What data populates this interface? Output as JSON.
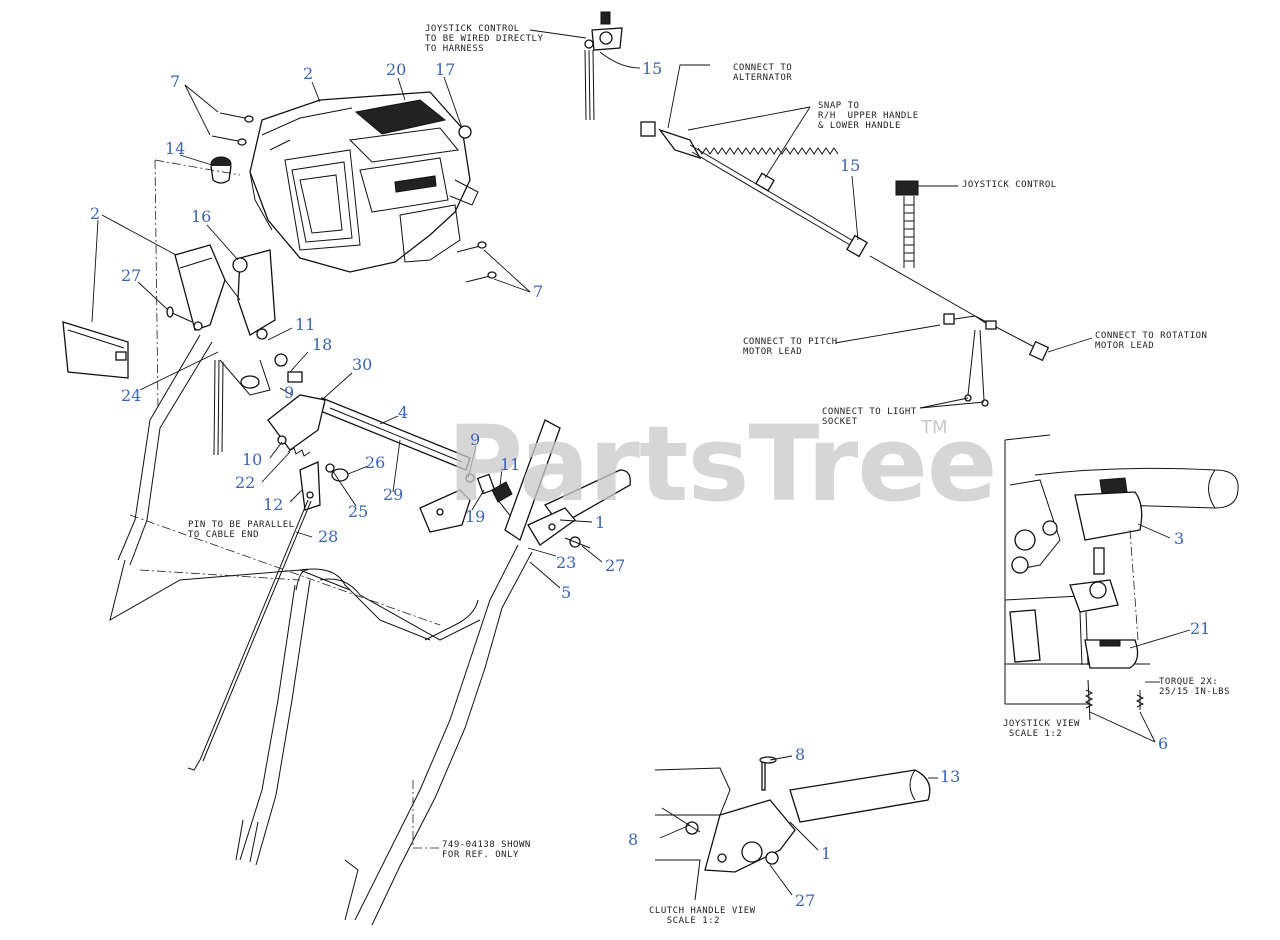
{
  "watermark": {
    "brand": "PartsTree",
    "trademark": "TM"
  },
  "callouts": [
    {
      "id": "c-2a",
      "label": "2"
    },
    {
      "id": "c-20",
      "label": "20"
    },
    {
      "id": "c-17",
      "label": "17"
    },
    {
      "id": "c-7a",
      "label": "7"
    },
    {
      "id": "c-14",
      "label": "14"
    },
    {
      "id": "c-2b",
      "label": "2"
    },
    {
      "id": "c-16",
      "label": "16"
    },
    {
      "id": "c-7b",
      "label": "7"
    },
    {
      "id": "c-27a",
      "label": "27"
    },
    {
      "id": "c-11a",
      "label": "11"
    },
    {
      "id": "c-18",
      "label": "18"
    },
    {
      "id": "c-30",
      "label": "30"
    },
    {
      "id": "c-9a",
      "label": "9"
    },
    {
      "id": "c-24",
      "label": "24"
    },
    {
      "id": "c-4",
      "label": "4"
    },
    {
      "id": "c-9b",
      "label": "9"
    },
    {
      "id": "c-10",
      "label": "10"
    },
    {
      "id": "c-26",
      "label": "26"
    },
    {
      "id": "c-11b",
      "label": "11"
    },
    {
      "id": "c-22",
      "label": "22"
    },
    {
      "id": "c-29",
      "label": "29"
    },
    {
      "id": "c-12",
      "label": "12"
    },
    {
      "id": "c-25",
      "label": "25"
    },
    {
      "id": "c-19",
      "label": "19"
    },
    {
      "id": "c-1a",
      "label": "1"
    },
    {
      "id": "c-28",
      "label": "28"
    },
    {
      "id": "c-23",
      "label": "23"
    },
    {
      "id": "c-27b",
      "label": "27"
    },
    {
      "id": "c-5",
      "label": "5"
    },
    {
      "id": "c-15a",
      "label": "15"
    },
    {
      "id": "c-15b",
      "label": "15"
    },
    {
      "id": "c-3",
      "label": "3"
    },
    {
      "id": "c-21",
      "label": "21"
    },
    {
      "id": "c-6",
      "label": "6"
    },
    {
      "id": "c-8a",
      "label": "8"
    },
    {
      "id": "c-13",
      "label": "13"
    },
    {
      "id": "c-8b",
      "label": "8"
    },
    {
      "id": "c-1b",
      "label": "1"
    },
    {
      "id": "c-27c",
      "label": "27"
    }
  ],
  "notes": {
    "joystick_wiring": "JOYSTICK CONTROL\nTO BE WIRED DIRECTLY\nTO HARNESS",
    "alternator": "CONNECT TO\nALTERNATOR",
    "snap_to": "SNAP TO\nR/H  UPPER HANDLE\n& LOWER HANDLE",
    "joystick_control": "JOYSTICK CONTROL",
    "pitch_motor": "CONNECT TO PITCH\nMOTOR LEAD",
    "rotation_motor": "CONNECT TO ROTATION\nMOTOR LEAD",
    "light_socket": "CONNECT TO LIGHT\nSOCKET",
    "pin_parallel": "PIN TO BE PARALLEL\nTO CABLE END",
    "shown_for_ref": "749-04138 SHOWN\nFOR REF. ONLY",
    "torque": "TORQUE 2X:\n25/15 IN-LBS",
    "joystick_view": "JOYSTICK VIEW\n SCALE 1:2",
    "clutch_view": "CLUTCH HANDLE VIEW\n   SCALE 1:2"
  }
}
